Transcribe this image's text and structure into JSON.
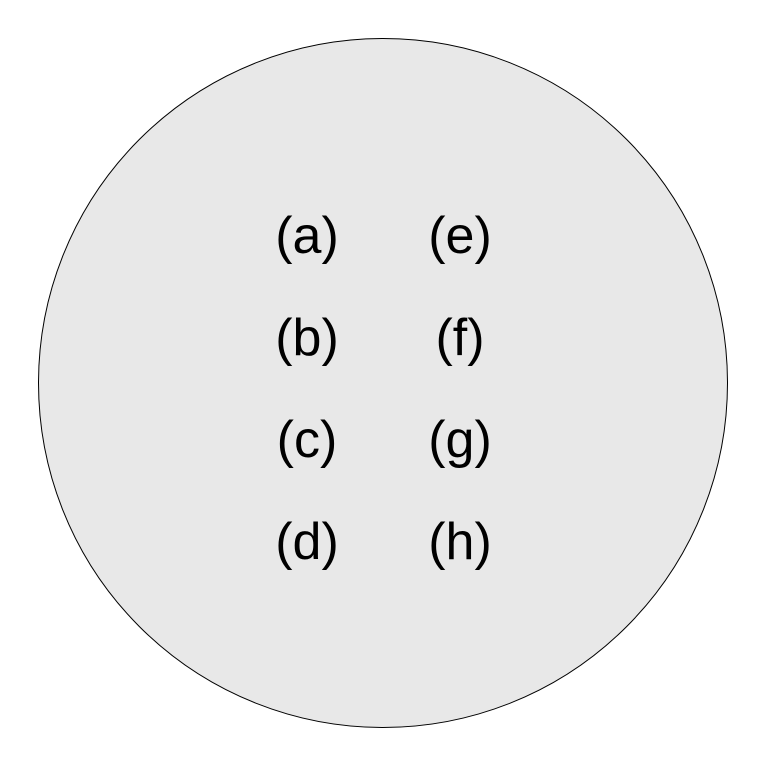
{
  "diagram": {
    "background_fill": "#e8e8e8",
    "outline_color": "#000000",
    "labels_left": [
      "(a)",
      "(b)",
      "(c)",
      "(d)"
    ],
    "labels_right": [
      "(e)",
      "(f)",
      "(g)",
      "(h)"
    ]
  }
}
